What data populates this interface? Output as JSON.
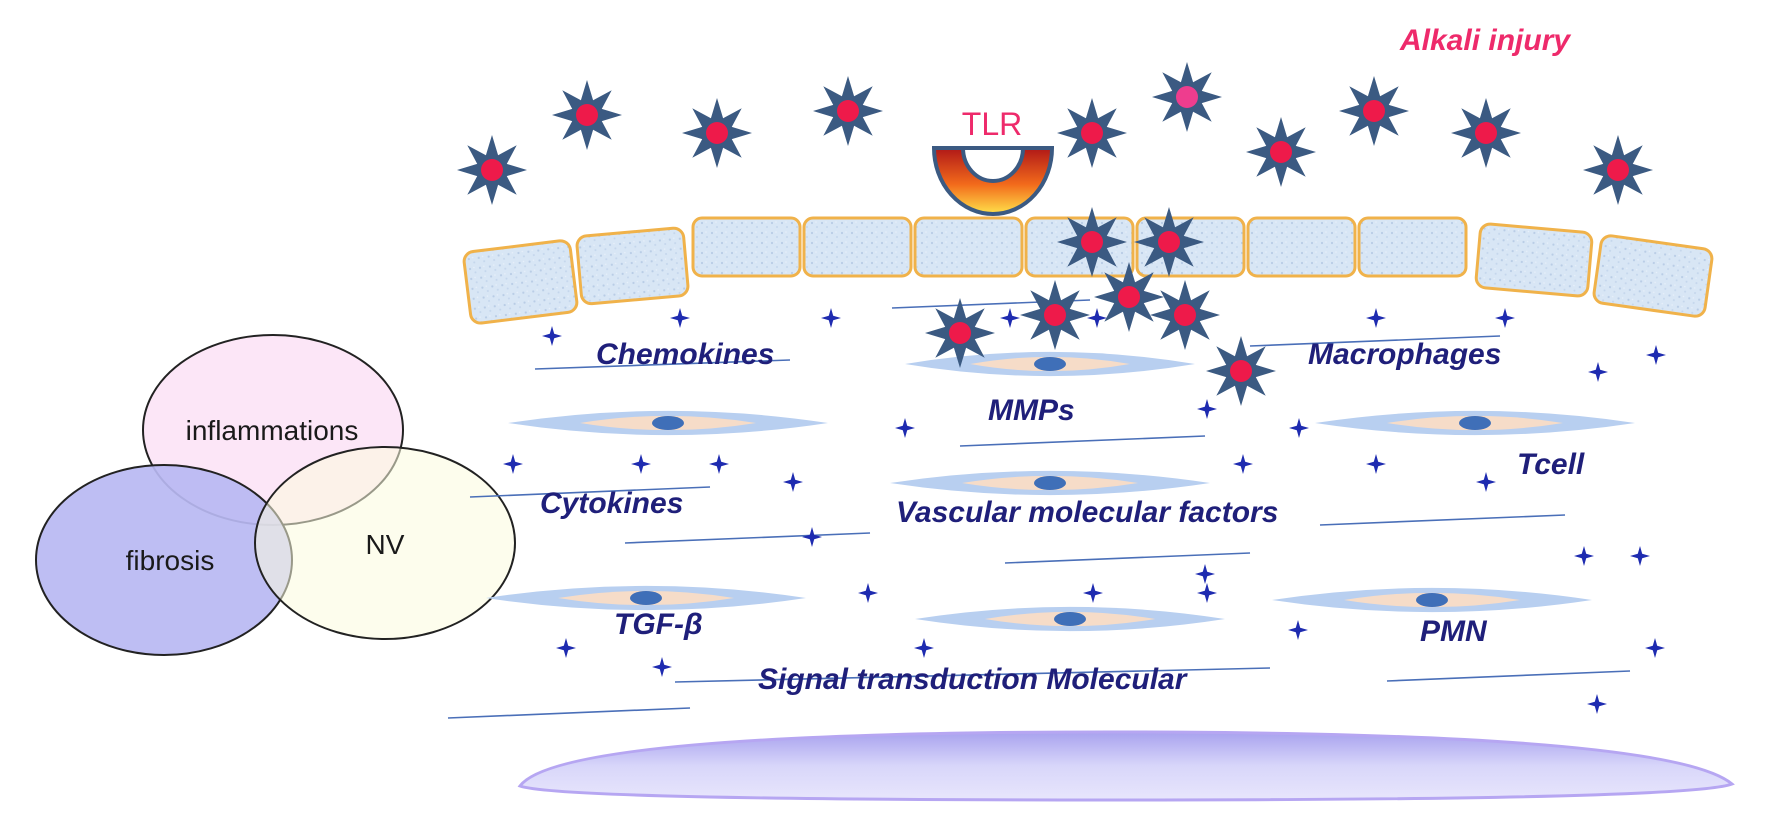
{
  "title": "Alkali injury",
  "receptor": {
    "label": "TLR"
  },
  "venn": {
    "circles": [
      {
        "label": "inflammations",
        "color": "#fce6f7"
      },
      {
        "label": "fibrosis",
        "color": "#b8b8f2"
      },
      {
        "label": "NV",
        "color": "#fbfbdf"
      }
    ]
  },
  "labels": {
    "chemokines": "Chemokines",
    "macrophages": "Macrophages",
    "mmps": "MMPs",
    "tcell": "Tcell",
    "cytokines": "Cytokines",
    "vascular": "Vascular molecular factors",
    "tgf": "TGF-β",
    "pmn": "PMN",
    "signal": "Signal transduction Molecular"
  },
  "colors": {
    "star_body": "#3b5a82",
    "star_center": "#ee1a4a",
    "star_center_light": "#ee3d8e",
    "label_text": "#1f1f7a",
    "injury_text": "#ee2a6b",
    "epithelium_fill": "#d4e4f4",
    "epithelium_border": "#f0b24a",
    "fibroblast_fill": "#b8cff0",
    "fibroblast_core": "#f6dcc8",
    "nucleus": "#3f6fb8",
    "sparkle": "#1e2bb0",
    "membrane": "#c7c5f5"
  }
}
